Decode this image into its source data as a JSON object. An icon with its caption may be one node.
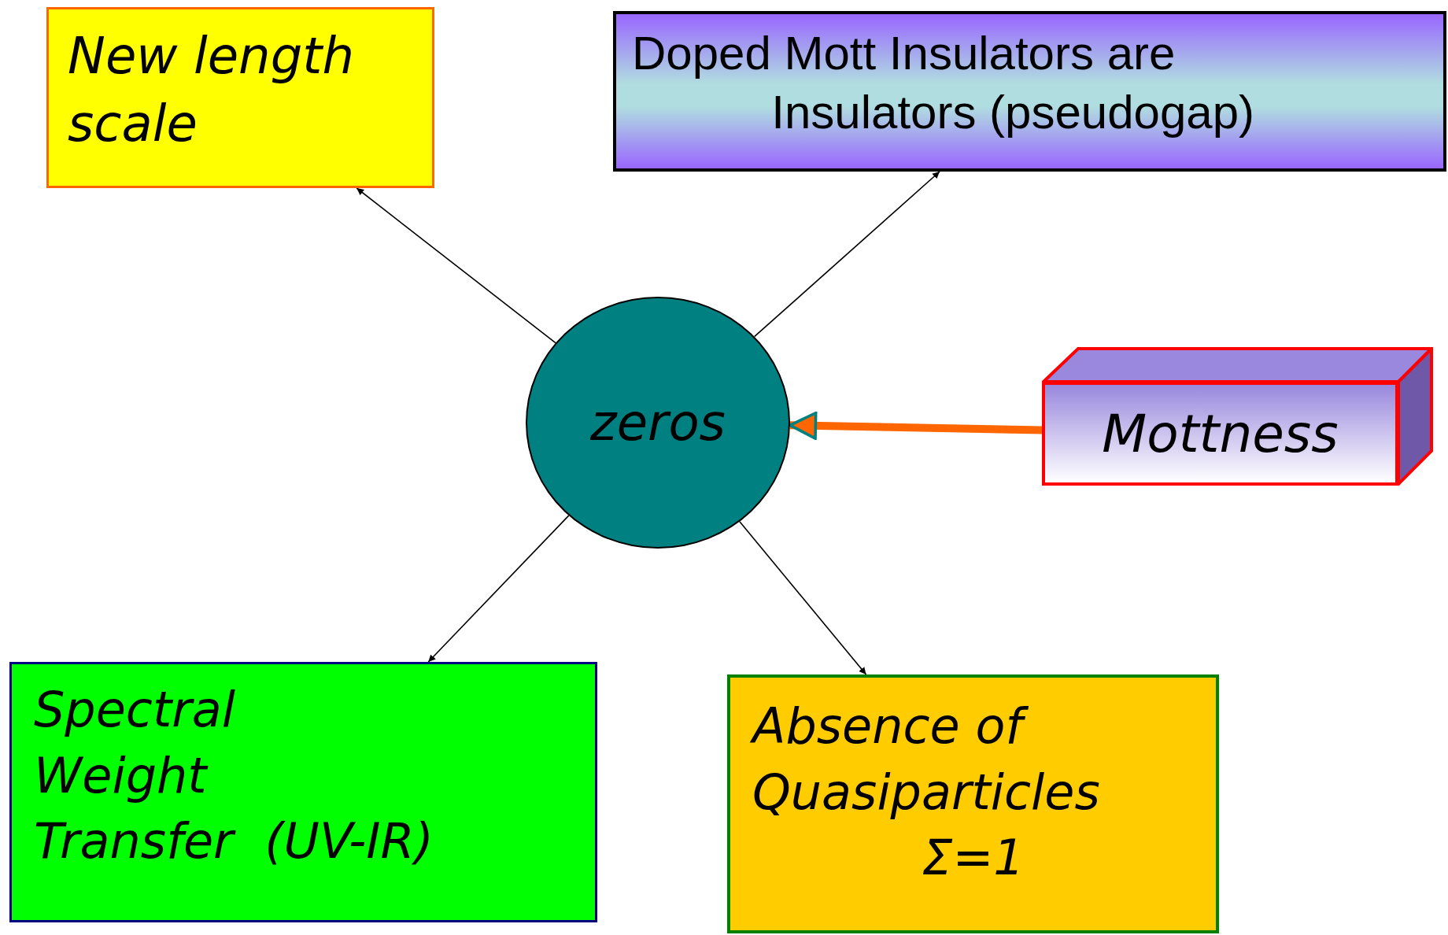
{
  "diagram": {
    "nodes": [
      {
        "text": [
          "New length scale"
        ]
      },
      {
        "text": [
          "Doped Mott Insulators are Insulators (pseudogap)"
        ]
      },
      {
        "text": [
          "zeros"
        ]
      },
      {
        "text": [
          "Mottness"
        ]
      },
      {
        "text": [
          "Spectral Weight Transfer (UV-IR)"
        ]
      },
      {
        "text": [
          "Absence of Quasiparticles Σ=1"
        ]
      }
    ],
    "edges": [
      {
        "from": 2,
        "to": 0,
        "arrow": "to"
      },
      {
        "from": 2,
        "to": 1,
        "arrow": "to"
      },
      {
        "from": 3,
        "to": 2,
        "arrow": "to",
        "style": "thick",
        "color": "#ff6600"
      },
      {
        "from": 2,
        "to": 4,
        "arrow": "to"
      },
      {
        "from": 2,
        "to": 5,
        "arrow": "to"
      }
    ]
  }
}
